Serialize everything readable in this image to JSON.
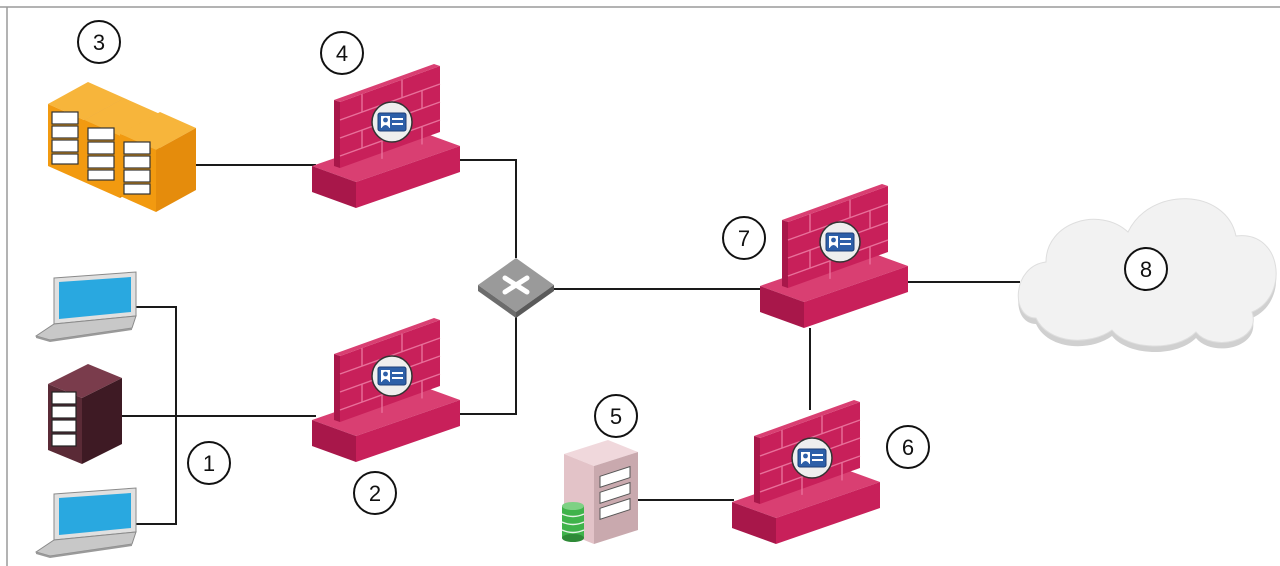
{
  "markers": [
    "1",
    "2",
    "3",
    "4",
    "5",
    "6",
    "7",
    "8"
  ],
  "colors": {
    "firewall": "#c8205a",
    "firewall_top": "#d93f72",
    "firewall_side": "#a8174a",
    "server_orange": "#f29a10",
    "server_dark": "#5a2a36",
    "screen_blue": "#29a8e0",
    "link": "#1a1a1a",
    "cloud": "#f2f2f2",
    "db_green": "#3fb34a"
  },
  "icons": {
    "firewalls": "firewall-with-id-card-icon",
    "switch": "network-switch-icon",
    "servers": "server-rack-icon",
    "cloud": "cloud-icon",
    "laptop": "laptop-icon",
    "database": "database-icon"
  }
}
